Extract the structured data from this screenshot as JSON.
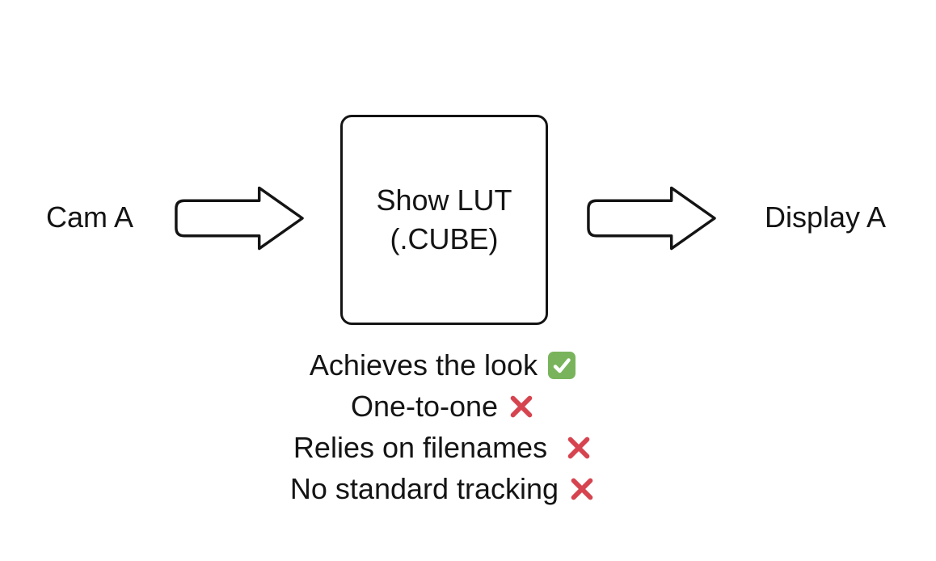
{
  "diagram": {
    "source_label": "Cam A",
    "node": {
      "line1": "Show LUT",
      "line2": "(.CUBE)"
    },
    "target_label": "Display A",
    "attributes": [
      {
        "text": "Achieves the look",
        "status": "pass",
        "icon": "check-icon"
      },
      {
        "text": "One-to-one",
        "status": "fail",
        "icon": "cross-icon"
      },
      {
        "text": "Relies on filenames",
        "status": "fail",
        "icon": "cross-icon"
      },
      {
        "text": "No standard tracking",
        "status": "fail",
        "icon": "cross-icon"
      }
    ],
    "colors": {
      "ink": "#141414",
      "pass_green": "#79b45c",
      "fail_red": "#d6444f",
      "background": "#ffffff"
    }
  }
}
